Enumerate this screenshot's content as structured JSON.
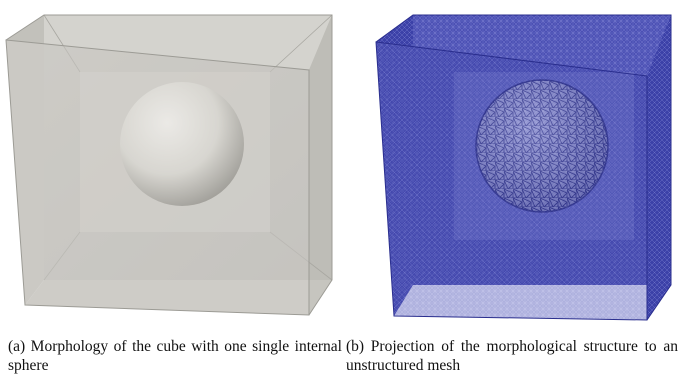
{
  "figure": {
    "panels": [
      {
        "id": "a",
        "caption": "(a) Morphology of the cube with one single internal sphere",
        "rendering": "solid gray cube with shaded internal sphere",
        "colors": {
          "cube": "#c9c8c2",
          "sphere": "#d6d5cf"
        }
      },
      {
        "id": "b",
        "caption": "(b) Projection of the morphological structure to an unstructured mesh",
        "rendering": "blue wireframe tetrahedral mesh of cube with internal sphere",
        "colors": {
          "mesh": "#3b3fa6",
          "mesh_dark": "#1d2070",
          "sphere_gap": "#c9cbe8"
        }
      }
    ]
  }
}
